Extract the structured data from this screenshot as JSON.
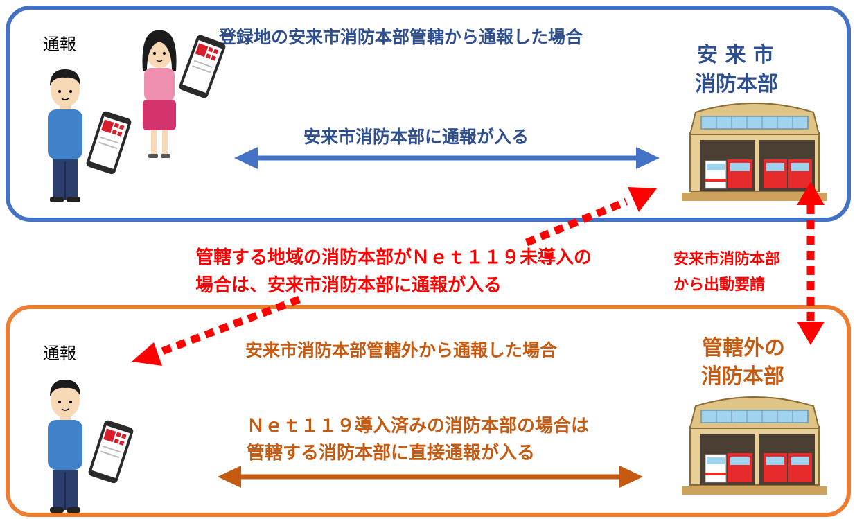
{
  "colors": {
    "blue_border": "#4472c4",
    "blue_text": "#2e4f8f",
    "blue_arrow": "#4472c4",
    "orange_border": "#ed7d31",
    "orange_text": "#c55a11",
    "orange_arrow": "#c55a11",
    "red": "#ff0000",
    "station_wall": "#e8cf95",
    "station_ground": "#cda25c"
  },
  "top": {
    "caller_label": "通報",
    "heading": "登録地の安来市消防本部管轄から通報した場合",
    "arrow_label": "安来市消防本部に通報が入る",
    "station_line1": "安 来 市",
    "station_line2": "消防本部"
  },
  "middle": {
    "fallback_line1": "管轄する地域の消防本部がＮｅｔ１１９未導入の",
    "fallback_line2": "場合は、安来市消防本部に通報が入る",
    "dispatch_line1": "安来市消防本部",
    "dispatch_line2": "から出動要請"
  },
  "bottom": {
    "caller_label": "通報",
    "heading": "安来市消防本部管轄外から通報した場合",
    "arrow_label_line1": "Ｎｅｔ１１９導入済みの消防本部の場合は",
    "arrow_label_line2": "管轄する消防本部に直接通報が入る",
    "station_line1": "管轄外の",
    "station_line2": "消防本部"
  },
  "icons": [
    "man-caller-icon",
    "woman-caller-icon",
    "smartphone-app-icon",
    "fire-station-icon"
  ]
}
